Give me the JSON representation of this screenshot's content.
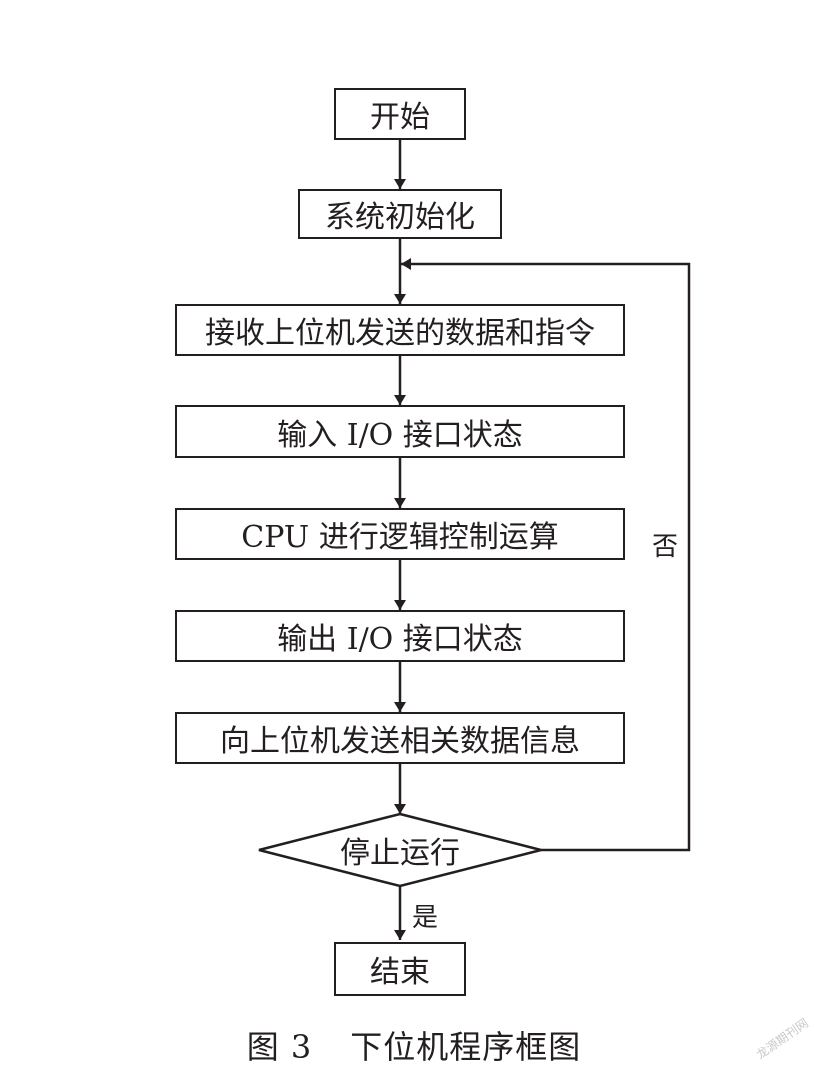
{
  "flowchart": {
    "start": "开始",
    "init": "系统初始化",
    "receive": "接收上位机发送的数据和指令",
    "input_io": "输入 I/O 接口状态",
    "cpu": "CPU 进行逻辑控制运算",
    "output_io": "输出 I/O 接口状态",
    "send": "向上位机发送相关数据信息",
    "decision": "停止运行",
    "yes_label": "是",
    "no_label": "否",
    "end": "结束"
  },
  "caption": {
    "figure_number": "图 3",
    "title": "下位机程序框图"
  },
  "watermark": "龙源期刊网",
  "colors": {
    "line": "#231f20",
    "background": "#ffffff"
  }
}
